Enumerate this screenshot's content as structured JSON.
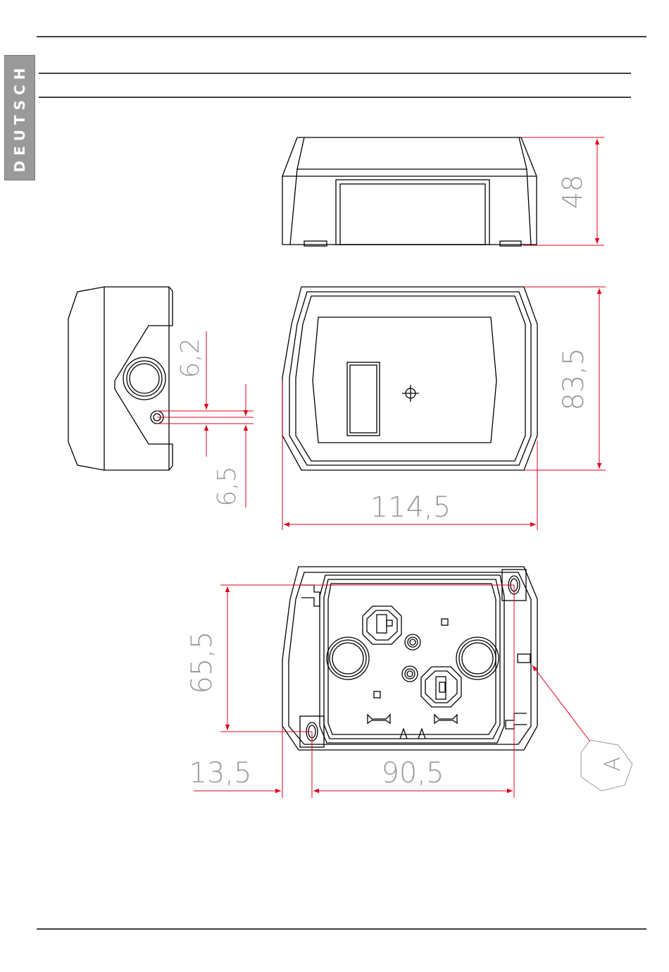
{
  "language_tab": "DEUTSCH",
  "dimensions": {
    "height": "48",
    "depth": "83,5",
    "width": "114,5",
    "offset_top": "6,2",
    "offset_bottom": "6,5",
    "mount_height": "65,5",
    "edge_offset": "13,5",
    "mount_width": "90,5"
  },
  "detail_label": "A",
  "colors": {
    "line": "#000000",
    "dimension": "#e0001a",
    "dimension_text": "#9a9a9a",
    "tab": "#9a9a9a"
  }
}
